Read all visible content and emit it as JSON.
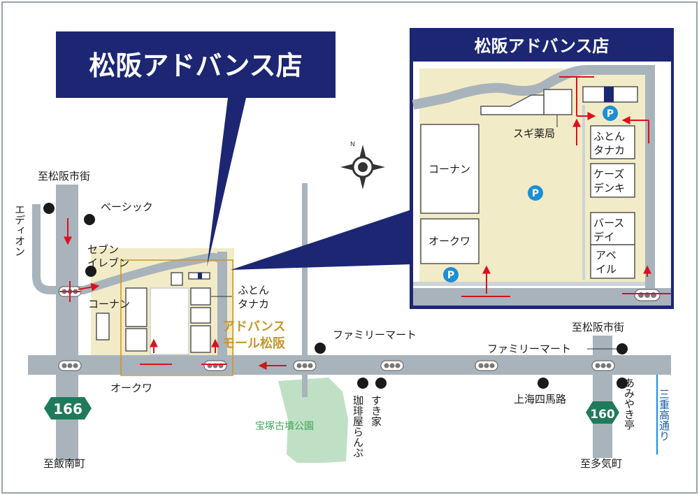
{
  "titles": {
    "main": "松阪アドバンス店",
    "inset": "松阪アドバンス店"
  },
  "directions": {
    "matsusaka_west": "至松阪市街",
    "matsusaka_east": "至松阪市街",
    "iinan": "至飯南町",
    "taki": "至多気町"
  },
  "routes": {
    "r166": "166",
    "r160": "160",
    "sanju": "三重高通り"
  },
  "landmarks": {
    "edion": "エディオン",
    "basic": "ベーシック",
    "seven_1": "セブン",
    "seven_2": "イレブン",
    "kohnan": "コーナン",
    "okuwa": "オークワ",
    "futon_1": "ふとん",
    "futon_2": "タナカ",
    "mall_1": "アドバンス",
    "mall_2": "モール松阪",
    "familymart_1": "ファミリーマート",
    "familymart_2": "ファミリーマート",
    "cafe": "珈琲屋らんぷ",
    "sukiya": "すき家",
    "shanghai": "上海四馬路",
    "amiya": "あみやき亭",
    "park": "宝塚古墳公園"
  },
  "inset": {
    "sugi": "スギ薬局",
    "kohnan": "コーナン",
    "okuwa": "オークワ",
    "futon_1": "ふとん",
    "futon_2": "タナカ",
    "ks_1": "ケーズ",
    "ks_2": "デンキ",
    "birthday_1": "バース",
    "birthday_2": "デイ",
    "aveil_1": "アベ",
    "aveil_2": "イル",
    "parking": "P"
  },
  "colors": {
    "navy": "#1c2673",
    "road": "#a9b3bb",
    "area": "#f2ebc7",
    "park": "#bfe0c4",
    "park_text": "#3fa35a",
    "mall_text": "#c8962b",
    "arrow": "#d9121e",
    "parking": "#1a8fd6"
  }
}
